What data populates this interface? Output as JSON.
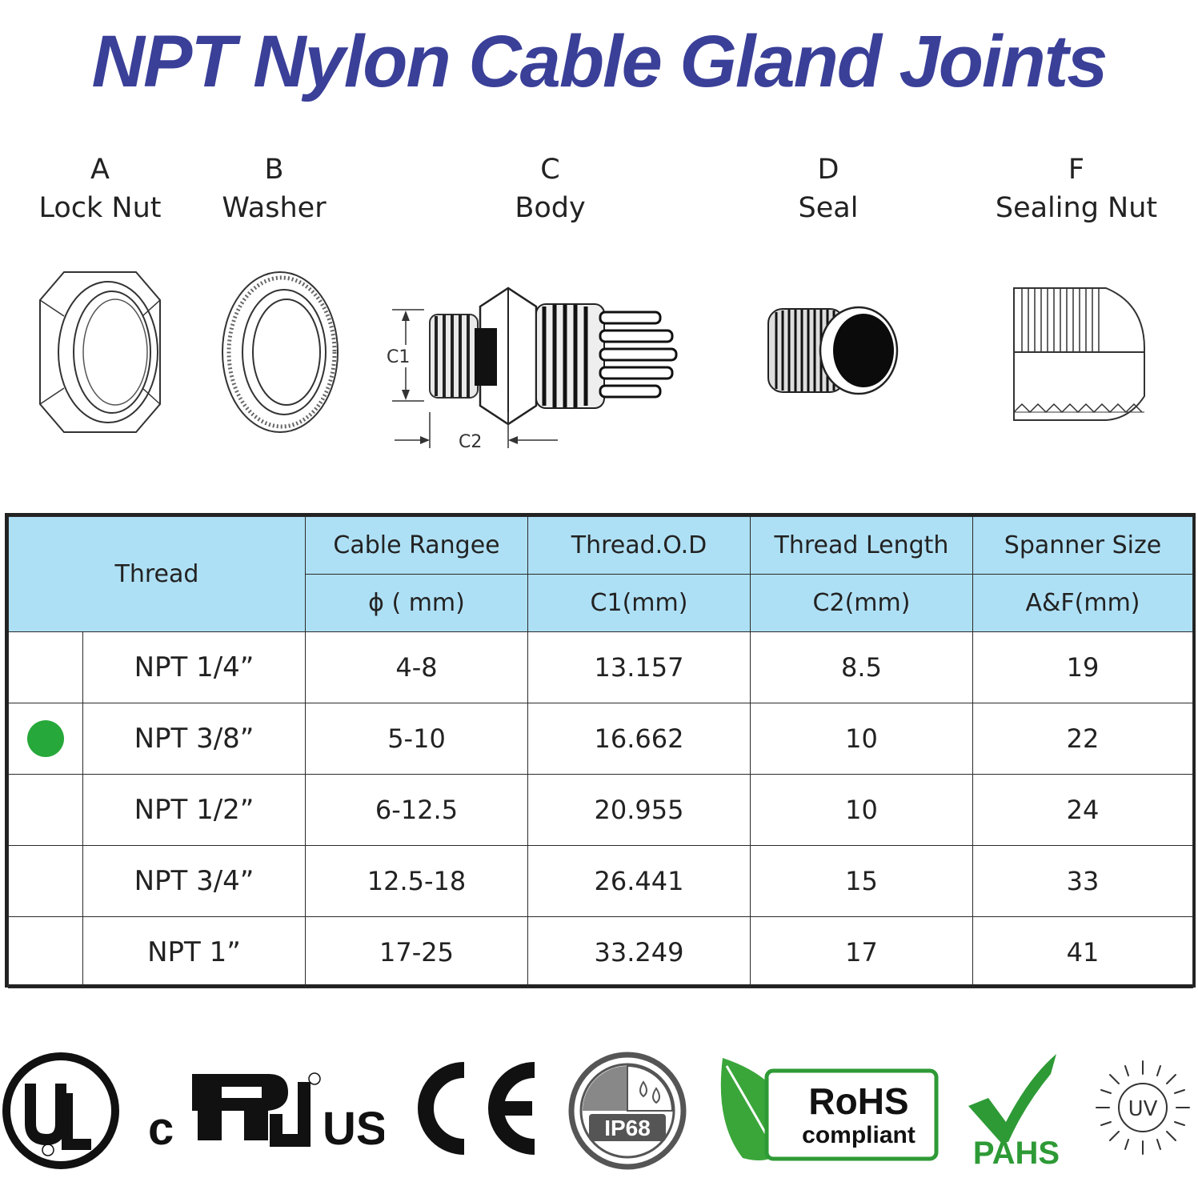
{
  "title": "NPT Nylon Cable Gland Joints",
  "parts": [
    {
      "letter": "A",
      "name": "Lock Nut"
    },
    {
      "letter": "B",
      "name": "Washer"
    },
    {
      "letter": "C",
      "name": "Body"
    },
    {
      "letter": "D",
      "name": "Seal"
    },
    {
      "letter": "F",
      "name": "Sealing Nut"
    }
  ],
  "dimension_labels": {
    "c1": "C1",
    "c2": "C2"
  },
  "table": {
    "thread_header": "Thread",
    "columns": [
      {
        "top": "Cable Rangee",
        "bottom": "ϕ ( mm)"
      },
      {
        "top": "Thread.O.D",
        "bottom": "C1(mm)"
      },
      {
        "top": "Thread Length",
        "bottom": "C2(mm)"
      },
      {
        "top": "Spanner Size",
        "bottom": "A&F(mm)"
      }
    ],
    "rows": [
      {
        "name": "NPT 1/4”",
        "cable": "4-8",
        "od": "13.157",
        "length": "8.5",
        "spanner": "19",
        "marked": false
      },
      {
        "name": "NPT 3/8”",
        "cable": "5-10",
        "od": "16.662",
        "length": "10",
        "spanner": "22",
        "marked": true
      },
      {
        "name": "NPT 1/2”",
        "cable": "6-12.5",
        "od": "20.955",
        "length": "10",
        "spanner": "24",
        "marked": false
      },
      {
        "name": "NPT 3/4”",
        "cable": "12.5-18",
        "od": "26.441",
        "length": "15",
        "spanner": "33",
        "marked": false
      },
      {
        "name": "NPT 1”",
        "cable": "17-25",
        "od": "33.249",
        "length": "17",
        "spanner": "41",
        "marked": false
      }
    ],
    "marker_color": "#27a83a",
    "header_color": "#aee0f5"
  },
  "certifications": {
    "ul": {
      "icon": "ul-listed-icon"
    },
    "cru": {
      "icon": "cru-us-recognized-icon",
      "prefix": "c",
      "suffix": "US"
    },
    "ce": {
      "icon": "ce-mark-icon"
    },
    "ip": {
      "icon": "ip68-icon",
      "label": "IP68"
    },
    "rohs": {
      "icon": "rohs-leaf-icon",
      "line1": "RoHS",
      "line2": "compliant"
    },
    "pahs": {
      "icon": "pahs-check-icon",
      "label": "PAHS"
    },
    "uv": {
      "icon": "uv-sun-icon",
      "label": "UV"
    }
  },
  "colors": {
    "title": "#3a3f98",
    "green": "#2e9a36",
    "marker": "#27a83a"
  }
}
